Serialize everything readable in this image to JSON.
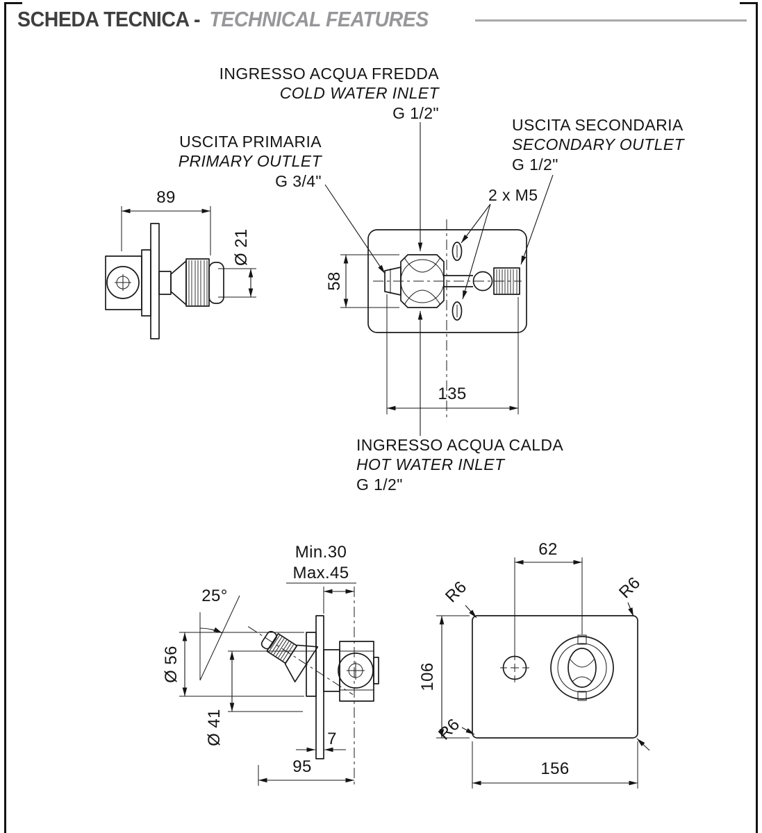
{
  "header": {
    "title": "SCHEDA TECNICA -",
    "subtitle": "TECHNICAL FEATURES"
  },
  "top_view": {
    "cold": {
      "it": "INGRESSO ACQUA FREDDA",
      "en": "COLD WATER INLET",
      "size": "G 1/2\""
    },
    "primary": {
      "it": "USCITA PRIMARIA",
      "en": "PRIMARY OUTLET",
      "size": "G 3/4\""
    },
    "secondary": {
      "it": "USCITA SECONDARIA",
      "en": "SECONDARY OUTLET",
      "size": "G 1/2\""
    },
    "hot": {
      "it": "INGRESSO ACQUA CALDA",
      "en": "HOT WATER INLET",
      "size": "G 1/2\""
    },
    "screws": "2 x M5",
    "dims": {
      "depth": "89",
      "stem_diameter": "Ø 21",
      "body_height": "58",
      "outlet_span": "135"
    }
  },
  "bottom_view": {
    "dims": {
      "wall_min": "Min.30",
      "wall_max": "Max.45",
      "handle_angle": "25°",
      "escutcheon_diameter": "Ø 56",
      "handle_diameter": "Ø 41",
      "plate_thickness": "7",
      "projection": "95",
      "knob_offset": "62",
      "plate_height": "106",
      "plate_width": "156",
      "corner_radius": "R6"
    }
  },
  "colors": {
    "line": "#1a1a1a",
    "title": "#3f3f3f",
    "subtitle": "#97979a",
    "rule": "#a9a9a9"
  }
}
